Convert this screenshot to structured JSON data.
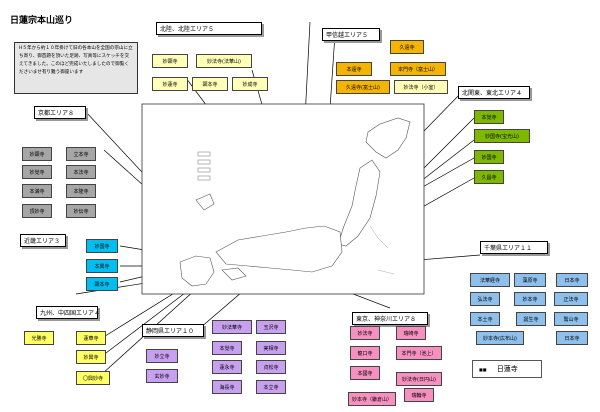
{
  "title": "日蓮宗本山巡り",
  "intro": "H５年から約１０年掛けて旧の各本山を全国の宗山に立ち寄り、御首題を頂いた足跡、写真等にスケッチを交えてきました。このほど完成いたしましたので御覧くださいませ有り難う御座います",
  "areas": {
    "hokuriku": {
      "header": "北陸、北陸エリア５",
      "temples": [
        "妙顕寺",
        "妙法寺(法華山)",
        "妙蓮寺",
        "顕本寺",
        "妙成寺"
      ]
    },
    "koshin": {
      "header": "甲信越エリア５",
      "temples": [
        "久遠寺",
        "本遠寺",
        "本門寺（富士山）",
        "久遠寺(富士山)",
        "妙法寺（小室）"
      ]
    },
    "tohoku": {
      "header": "北関東、東北エリア４",
      "temples": [
        "本覚寺",
        "妙国寺(宝光山)",
        "妙国寺",
        "久昌寺"
      ]
    },
    "kyoto": {
      "header": "京都エリア８",
      "temples": [
        "妙顕寺",
        "立本寺",
        "妙覚寺",
        "本法寺",
        "本満寺",
        "本隆寺",
        "頂妙寺",
        "妙伝寺"
      ]
    },
    "kinki": {
      "header": "近畿エリア３",
      "temples": [
        "妙国寺",
        "本興寺",
        "顕本寺"
      ]
    },
    "kyushu": {
      "header": "九州、中四国エリア４",
      "temples": [
        "光勝寺",
        "蓮華寺",
        "妙興寺",
        "〇興妙寺"
      ]
    },
    "shizuoka": {
      "header": "静岡県エリア１０",
      "temples": [
        "妙法華寺",
        "妙立寺",
        "本覚寺",
        "実相寺",
        "蓮永寺",
        "貞松寺",
        "玄妙寺",
        "海長寺",
        "本立寺",
        "玉沢寺"
      ]
    },
    "tokyo": {
      "header": "東京、神奈川エリア８",
      "temples": [
        "妙法寺",
        "龍口寺",
        "本門寺（池上）",
        "本國寺",
        "妙法寺(日円山)",
        "妙本寺（鎌倉山）",
        "瑞輪寺",
        "瑞崎寺"
      ]
    },
    "chiba": {
      "header": "千葉県エリア１１",
      "temples": [
        "法華経寺",
        "藻原寺",
        "日本寺",
        "弘法寺",
        "妙本寺",
        "誕生寺",
        "本土寺",
        "正法寺",
        "鷲山寺",
        "妙本寺(広布山)",
        "日本寺"
      ]
    }
  },
  "legend": {
    "symbol": "■■",
    "label": "日蓮寺"
  },
  "colors": {
    "gray": "#a6a6a6",
    "yellow": "#ffff66",
    "light_yellow": "#ffffb8",
    "orange": "#f5b400",
    "green": "#7fb800",
    "cyan": "#00bff0",
    "purple": "#c7a0ef",
    "pink": "#f690bf",
    "blue": "#8fc0ec"
  }
}
